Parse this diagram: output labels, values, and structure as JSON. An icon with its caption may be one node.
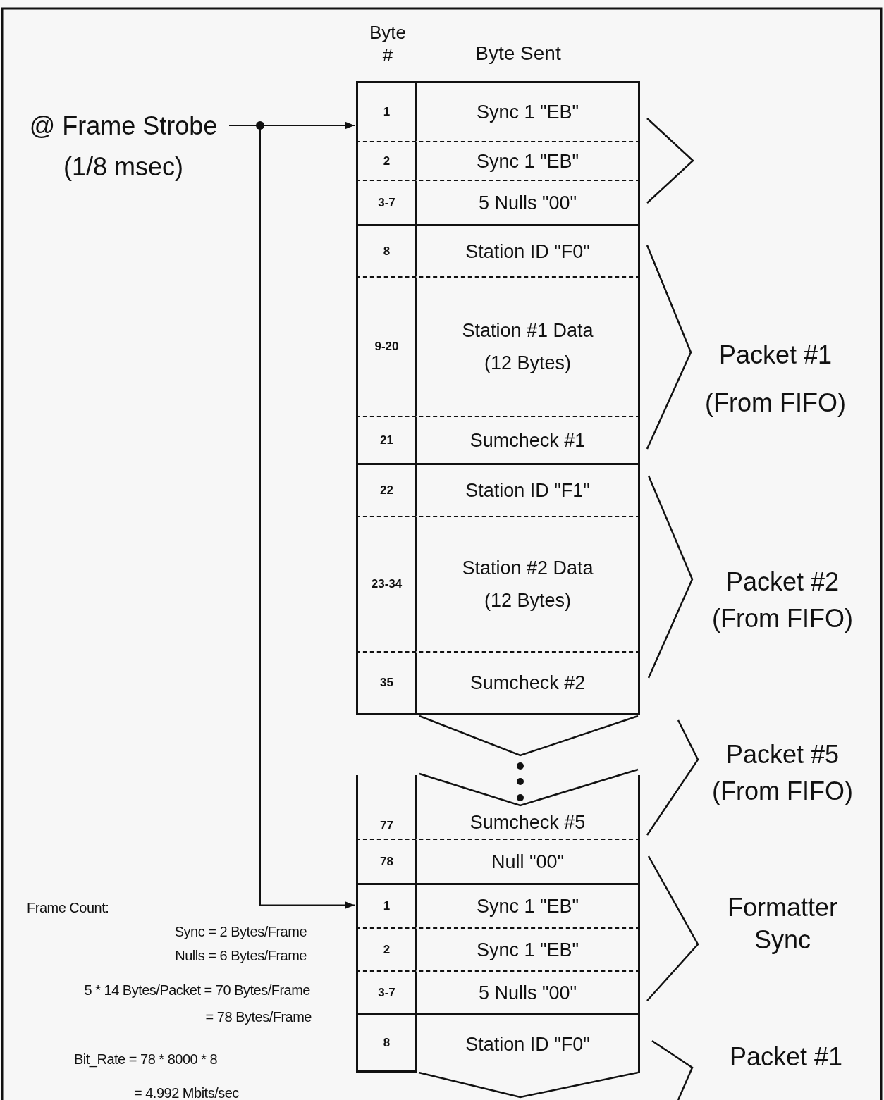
{
  "diagram": {
    "nodes": [
      {
        "text": [
          "@ Frame Strobe (1/8 msec)"
        ]
      },
      {
        "text": [
          "1",
          "Sync 1 \"EB\""
        ]
      },
      {
        "text": [
          "2",
          "Sync 1 \"EB\""
        ]
      },
      {
        "text": [
          "3-7",
          "5 Nulls \"00\""
        ]
      },
      {
        "text": [
          "8",
          "Station ID \"F0\""
        ]
      },
      {
        "text": [
          "9-20",
          "Station #1 Data (12 Bytes)"
        ]
      },
      {
        "text": [
          "21",
          "Sumcheck #1"
        ]
      },
      {
        "text": [
          "22",
          "Station ID \"F1\""
        ]
      },
      {
        "text": [
          "23-34",
          "Station #2 Data (12 Bytes)"
        ]
      },
      {
        "text": [
          "35",
          "Sumcheck #2"
        ]
      },
      {
        "text": [
          "77",
          "Sumcheck #5"
        ]
      },
      {
        "text": [
          "78",
          "Null \"00\""
        ]
      },
      {
        "text": [
          "1",
          "Sync 1 \"EB\""
        ]
      },
      {
        "text": [
          "2",
          "Sync 1 \"EB\""
        ]
      },
      {
        "text": [
          "3-7",
          "5 Nulls \"00\""
        ]
      },
      {
        "text": [
          "8",
          "Station ID \"F0\""
        ]
      }
    ],
    "edges": [
      {
        "from": 0,
        "to": 1,
        "arrow": "to"
      },
      {
        "from": 0,
        "to": 12,
        "arrow": "to"
      }
    ],
    "labels": [
      "Byte #",
      "Byte Sent",
      "Packet #1 (From FIFO)",
      "Packet #2 (From FIFO)",
      "Packet #5 (From FIFO)",
      "Formatter Sync",
      "Packet #1",
      "Frame Count:",
      "Sync = 2 Bytes/Frame",
      "Nulls = 6 Bytes/Frame",
      "5 * 14 Bytes/Packet = 70 Bytes/Frame",
      "= 78 Bytes/Frame",
      "Bit_Rate = 78 * 8000 * 8",
      "= 4.992 Mbits/sec"
    ]
  }
}
